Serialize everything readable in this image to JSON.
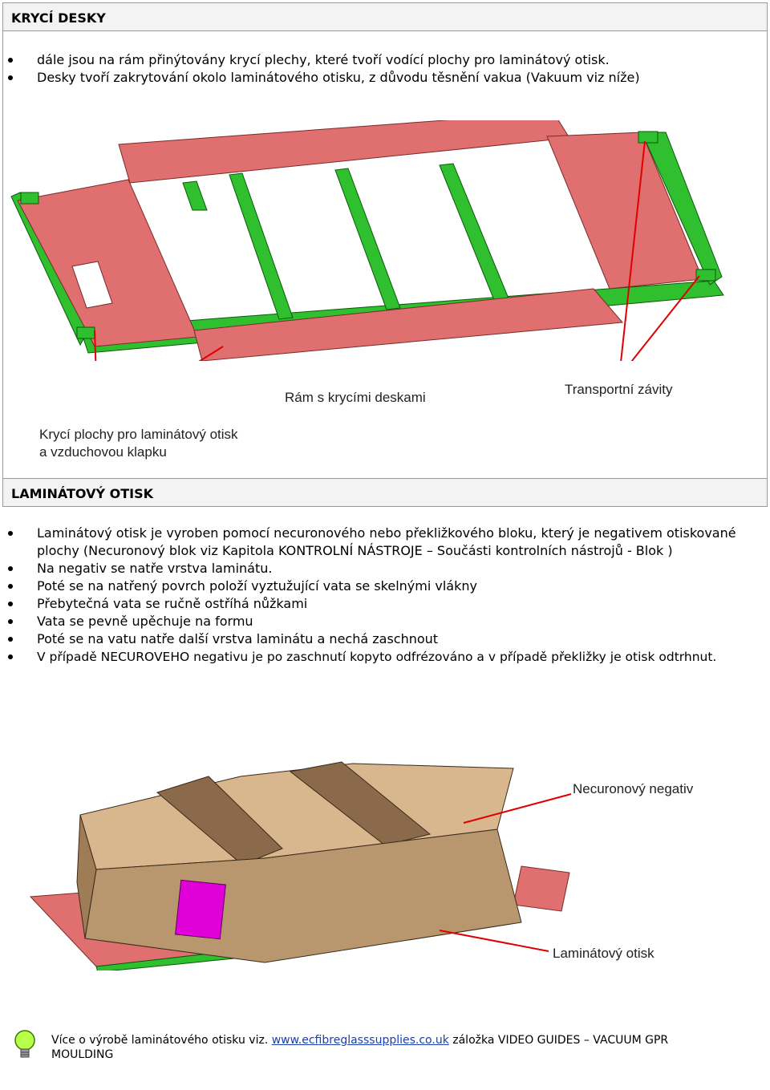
{
  "section1": {
    "title": "KRYCÍ DESKY",
    "bullets": [
      "dále jsou na rám přinýtovány krycí plechy, které tvoří vodící plochy pro laminátový otisk.",
      "Desky tvoří zakrytování okolo laminátového otisku, z důvodu těsnění vakua (Vakuum viz níže)"
    ],
    "figure_labels": {
      "frame": "Rám s krycími deskami",
      "threads": "Transportní závity",
      "cover_line1": "Krycí plochy pro laminátový otisk",
      "cover_line2": "a vzduchovou klapku"
    }
  },
  "section2": {
    "title": "LAMINÁTOVÝ OTISK",
    "bullets": [
      "Laminátový otisk je vyroben pomocí necuronového nebo překližkového bloku, který je negativem otiskované plochy (Necuronový blok viz Kapitola KONTROLNÍ NÁSTROJE – Součásti kontrolních nástrojů - Blok )",
      "Na negativ se natře vrstva laminátu.",
      "Poté se na natřený povrch položí vyztužující vata se skelnými vlákny",
      "Přebytečná vata se ručně ostříhá nůžkami",
      "Vata se pevně upěchuje na formu",
      "Poté se na vatu natře další vrstva laminátu a nechá zaschnout",
      "V případě  NECUROVEHO negativu je po zaschnutí kopyto odfrézováno a v případě překližky je otisk odtrhnut."
    ],
    "figure_labels": {
      "negative": "Necuronový negativ",
      "laminate": "Laminátový otisk"
    }
  },
  "footer": {
    "text_before": "Více o výrobě laminátového otisku viz. ",
    "link": "www.ecfibreglasssupplies.co.uk",
    "text_after": " záložka VIDEO GUIDES – VACUUM GPR MOULDING",
    "icon": "lightbulb-icon"
  },
  "colors": {
    "plate": "#e06f6f",
    "frame": "#2fbf2f",
    "block": "#c2a27c",
    "clamp": "#e000d8",
    "arrow": "#e00000"
  }
}
